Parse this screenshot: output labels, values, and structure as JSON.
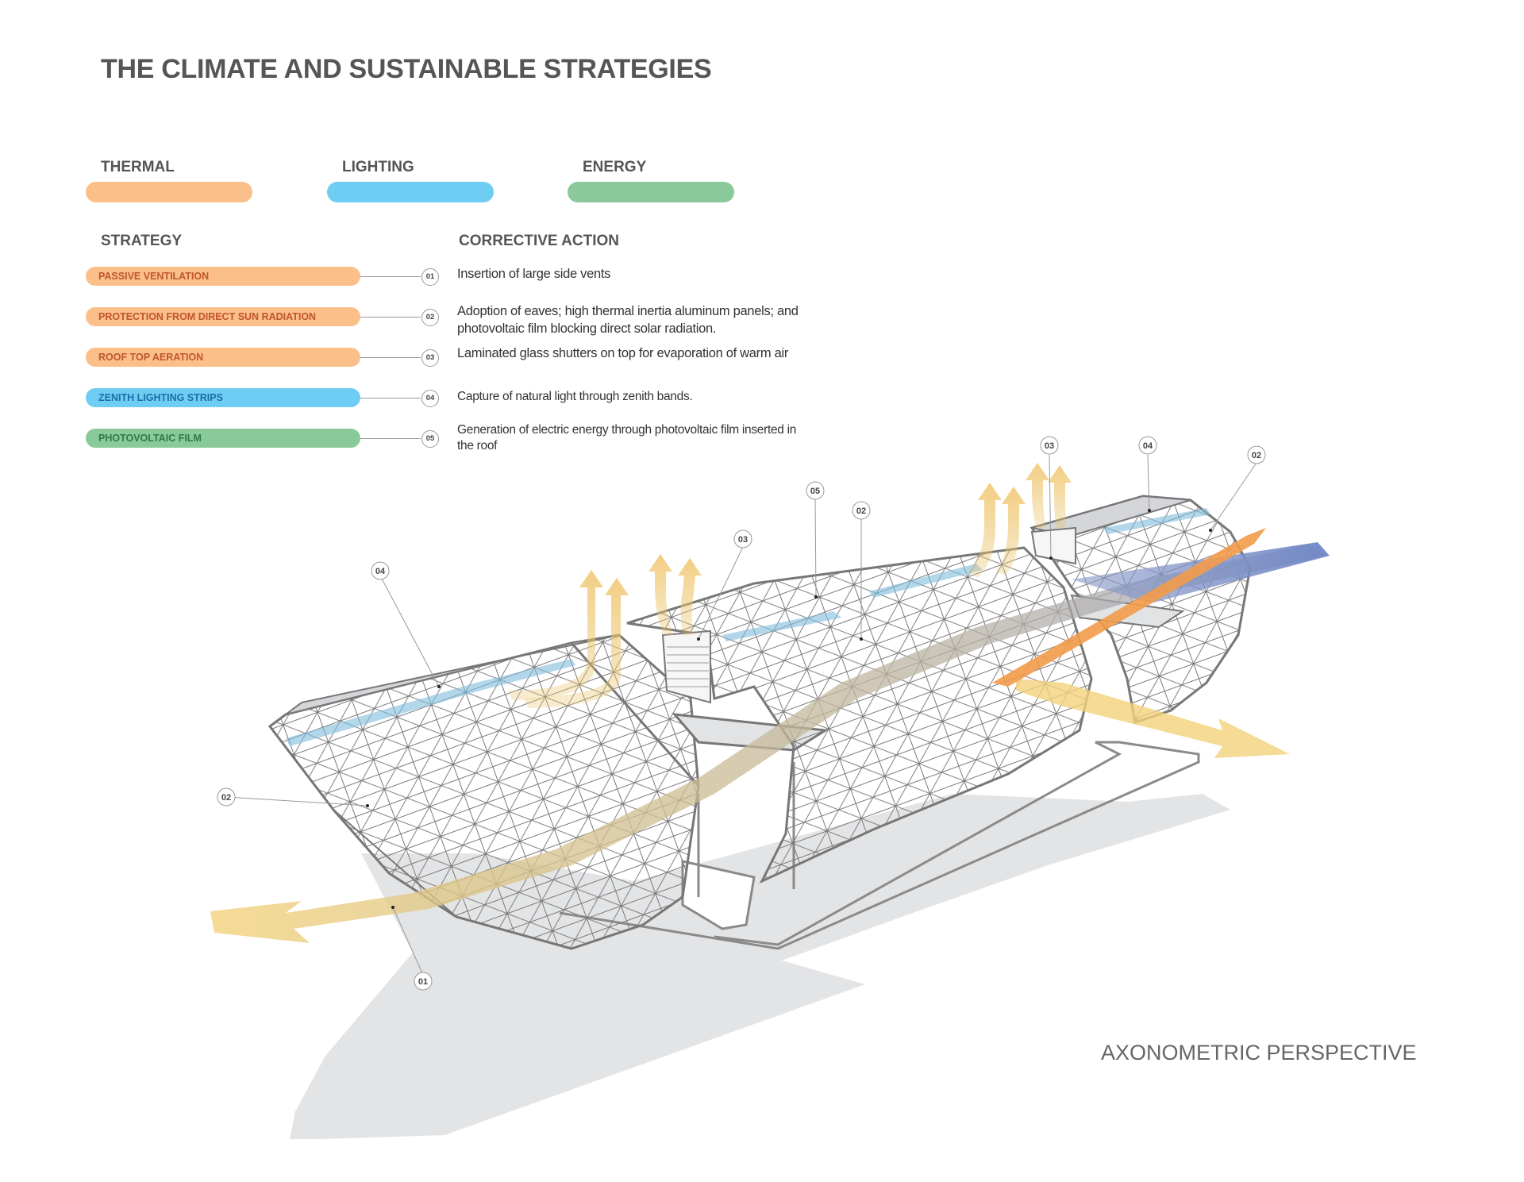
{
  "title": "THE CLIMATE AND SUSTAINABLE STRATEGIES",
  "categories": [
    {
      "label": "THERMAL",
      "color": "#fbbf89"
    },
    {
      "label": "LIGHTING",
      "color": "#6fcdf4"
    },
    {
      "label": "ENERGY",
      "color": "#8ac99a"
    }
  ],
  "strategy_header": "STRATEGY",
  "action_header": "CORRECTIVE ACTION",
  "strategies": [
    {
      "label": "PASSIVE VENTILATION",
      "num": "01",
      "color": "#fbbf89",
      "text_color": "#c0562a",
      "action": "Insertion of large side vents"
    },
    {
      "label": "PROTECTION FROM DIRECT SUN RADIATION",
      "num": "02",
      "color": "#fbbf89",
      "text_color": "#c0562a",
      "action": "Adoption of eaves; high thermal inertia aluminum panels; and photovoltaic film blocking direct solar radiation."
    },
    {
      "label": "ROOF TOP AERATION",
      "num": "03",
      "color": "#fbbf89",
      "text_color": "#c0562a",
      "action": "Laminated glass shutters on top for evaporation of warm air"
    },
    {
      "label": "ZENITH LIGHTING STRIPS",
      "num": "04",
      "color": "#6fcdf4",
      "text_color": "#1a6fa8",
      "action": "Capture of natural light through zenith bands."
    },
    {
      "label": "PHOTOVOLTAIC FILM",
      "num": "05",
      "color": "#8ac99a",
      "text_color": "#2f7a47",
      "action": "Generation of electric energy through photovoltaic film inserted in the roof"
    }
  ],
  "diagram_callouts": [
    "04",
    "02",
    "03",
    "05",
    "02",
    "03",
    "04",
    "02",
    "01"
  ],
  "diagram_label": "AXONOMETRIC PERSPECTIVE"
}
